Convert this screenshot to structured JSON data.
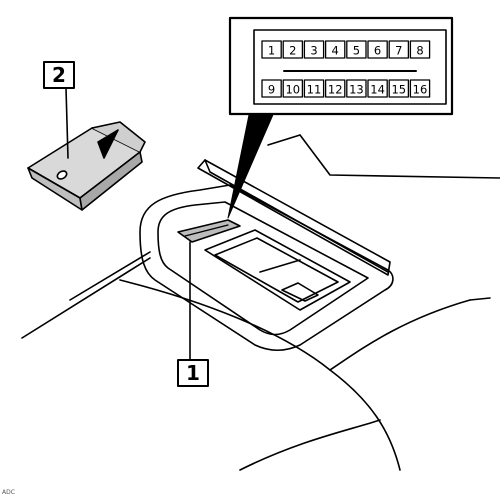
{
  "connector": {
    "top_pins": [
      "1",
      "2",
      "3",
      "4",
      "5",
      "6",
      "7",
      "8"
    ],
    "bottom_pins": [
      "9",
      "10",
      "11",
      "12",
      "13",
      "14",
      "15",
      "16"
    ]
  },
  "callouts": {
    "one": "1",
    "two": "2"
  },
  "footer_code": "ADC"
}
